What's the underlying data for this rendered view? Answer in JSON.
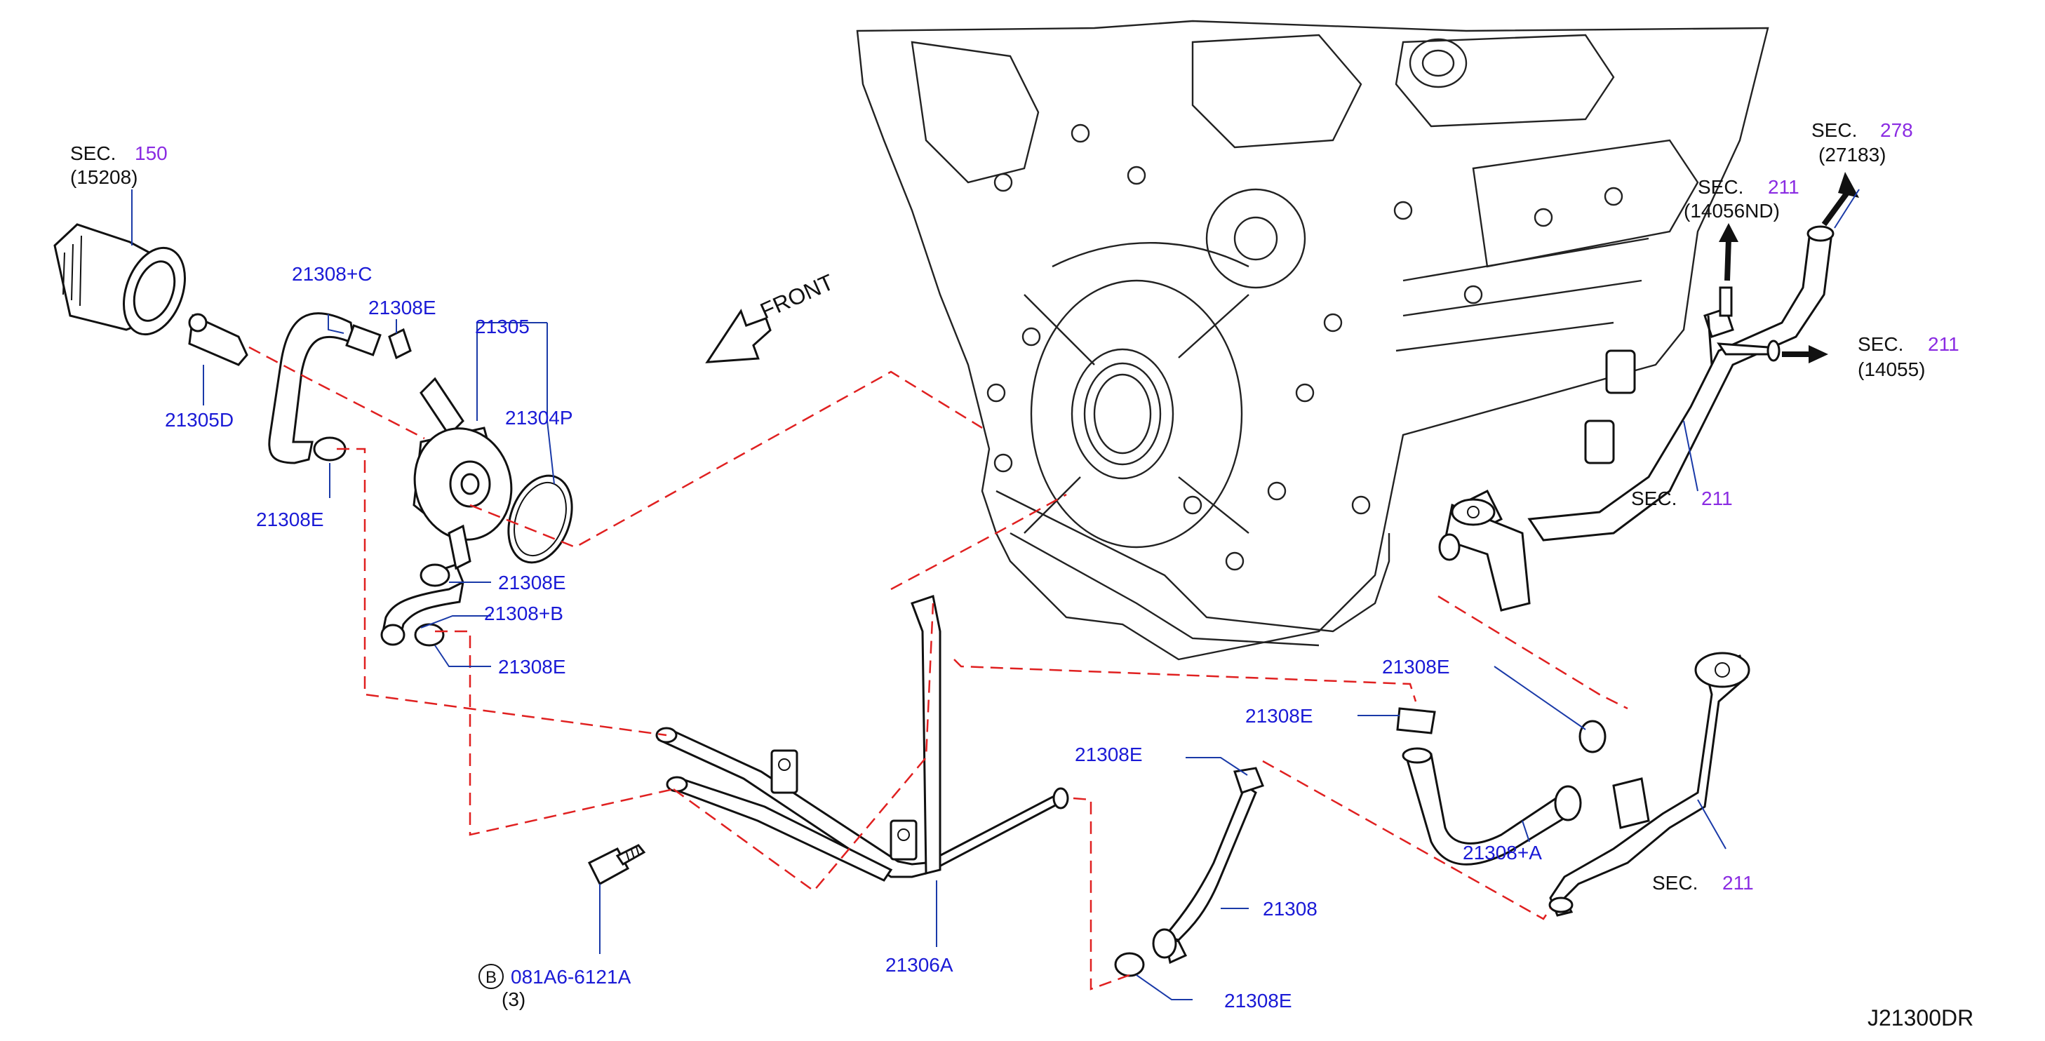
{
  "diagram_id": "J21300DR",
  "front_label": "FRONT",
  "sections": [
    {
      "prefix": "SEC.",
      "num": "150",
      "ref": "(15208)"
    },
    {
      "prefix": "SEC.",
      "num": "278",
      "ref": "(27183)"
    },
    {
      "prefix": "SEC.",
      "num": "211",
      "ref": "(14056ND)"
    },
    {
      "prefix": "SEC.",
      "num": "211",
      "ref": "(14055)"
    },
    {
      "prefix": "SEC.",
      "num": "211"
    },
    {
      "prefix": "SEC.",
      "num": "211"
    }
  ],
  "parts": [
    "21308+C",
    "21308E",
    "21305",
    "21304P",
    "21305D",
    "21308E",
    "21308E",
    "21308+B",
    "21308E",
    "21306A",
    "21308E",
    "21308",
    "21308E",
    "21308E",
    "21308E",
    "21308+A"
  ],
  "bolt": {
    "circle": "B",
    "part": "081A6-6121A",
    "qty": "(3)"
  },
  "colors": {
    "part_label": "#1a1ad6",
    "section_num": "#8a2be2",
    "dashed_line": "#e02020",
    "leader": "#1a3aa8"
  }
}
